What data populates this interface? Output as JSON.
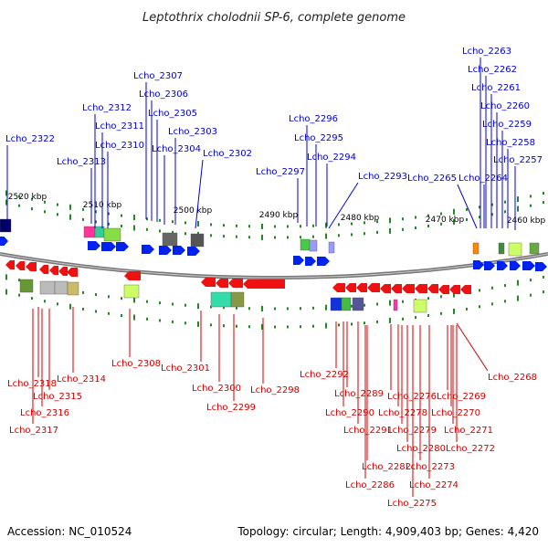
{
  "title": "Leptothrix cholodnii SP-6, complete genome",
  "footer": {
    "accession": "Accession: NC_010524",
    "topology": "Topology: circular; Length: 4,909,403 bp; Genes: 4,420"
  },
  "colors": {
    "forward_label": "#0000cc",
    "reverse_label": "#cc0000",
    "forward_gene": "#0022ee",
    "reverse_gene": "#ee1111",
    "backbone": "#777777",
    "tick": "#228822"
  },
  "ruler": [
    "2520 kbp",
    "2510 kbp",
    "2500 kbp",
    "2490 kbp",
    "2480 kbp",
    "2470 kbp",
    "2460 kbp"
  ],
  "top_genes": [
    "Lcho_2322",
    "Lcho_2313",
    "Lcho_2312",
    "Lcho_2311",
    "Lcho_2310",
    "Lcho_2307",
    "Lcho_2306",
    "Lcho_2305",
    "Lcho_2304",
    "Lcho_2303",
    "Lcho_2302",
    "Lcho_2297",
    "Lcho_2296",
    "Lcho_2295",
    "Lcho_2294",
    "Lcho_2293",
    "Lcho_2265",
    "Lcho_2264",
    "Lcho_2263",
    "Lcho_2262",
    "Lcho_2261",
    "Lcho_2260",
    "Lcho_2259",
    "Lcho_2258",
    "Lcho_2257"
  ],
  "bottom_genes": [
    "Lcho_2318",
    "Lcho_2314",
    "Lcho_2315",
    "Lcho_2316",
    "Lcho_2317",
    "Lcho_2308",
    "Lcho_2301",
    "Lcho_2300",
    "Lcho_2299",
    "Lcho_2298",
    "Lcho_2292",
    "Lcho_2289",
    "Lcho_2290",
    "Lcho_2291",
    "Lcho_2276",
    "Lcho_2278",
    "Lcho_2279",
    "Lcho_2280",
    "Lcho_2282",
    "Lcho_2286",
    "Lcho_2273",
    "Lcho_2274",
    "Lcho_2275",
    "Lcho_2269",
    "Lcho_2270",
    "Lcho_2271",
    "Lcho_2272",
    "Lcho_2268"
  ]
}
